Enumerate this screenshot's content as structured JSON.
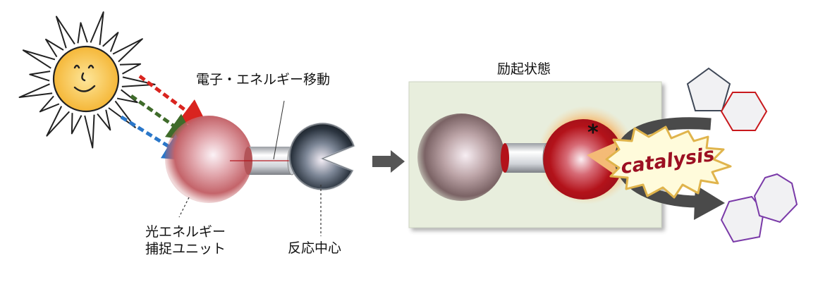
{
  "labels": {
    "transfer": "電子・エネルギー移動",
    "excited_state": "励起状態",
    "capture_line1": "光エネルギー",
    "capture_line2": "捕捉ユニット",
    "reaction_center": "反応中心",
    "catalysis": "catalysis",
    "plus": "+",
    "asterisk": "*"
  },
  "colors": {
    "ray_red": "#d9241f",
    "ray_green": "#3f6b2a",
    "ray_blue": "#2a77c9",
    "sun_fill": "#f7c04a",
    "capture_unit": "#c46266",
    "reaction_center": "#2c3540",
    "excited_panel": "#e8eedd",
    "excited_center": "#b3121a",
    "reactant_pentagon": "#3e4756",
    "reactant_hexagon": "#c8181c",
    "product": "#7a3aa8",
    "catalysis_text": "#9c0f22"
  }
}
